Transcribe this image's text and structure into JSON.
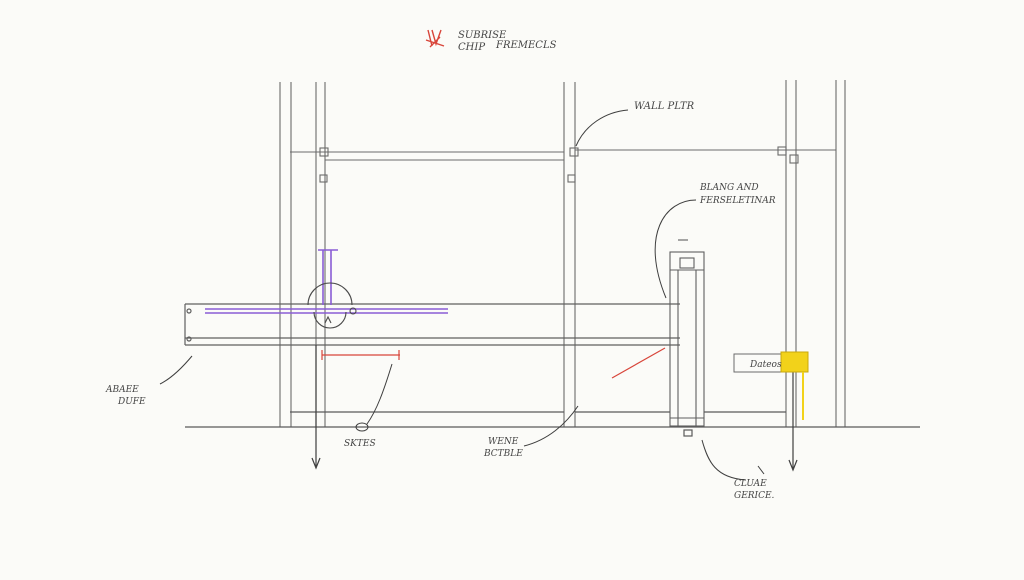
{
  "title": {
    "line1": "SUBRISE",
    "line2": "CHIP",
    "line3": "FREMECLS"
  },
  "labels": {
    "wall_plate": "WALL PLTR",
    "bracing_line1": "BLANG AND",
    "bracing_line2": "FERSELETINAR",
    "left_line1": "ABAEE",
    "left_line2": "DUFE",
    "studs": "SKTES",
    "bottom_line1": "WENE",
    "bottom_line2": "BCTBLE",
    "corner_line1": "CLUAE",
    "corner_line2": "GERICE.",
    "tag": "Dateos"
  },
  "colors": {
    "ink": "#6b6b6b",
    "dark_ink": "#3e3e3e",
    "purple": "#8a5cd6",
    "red": "#d8453a",
    "yellow": "#f2d21a"
  }
}
